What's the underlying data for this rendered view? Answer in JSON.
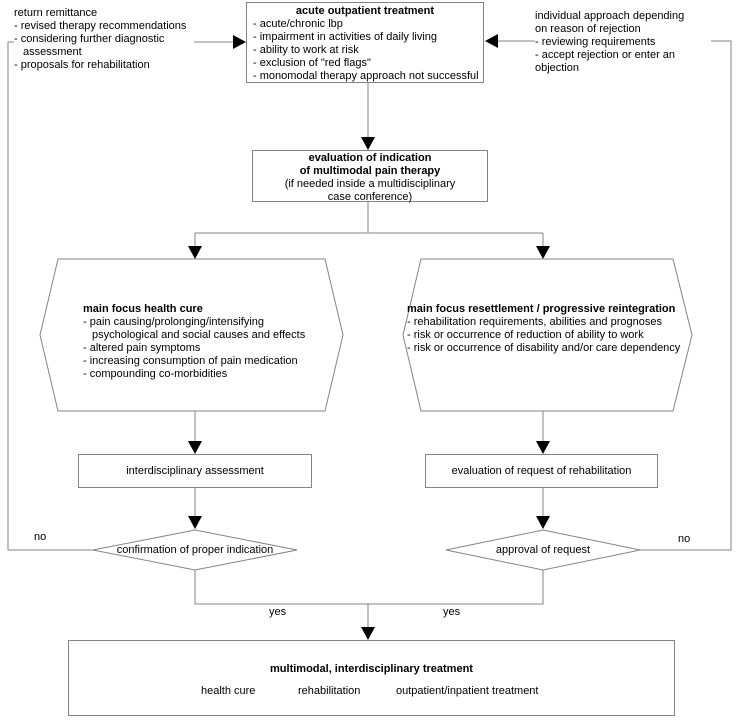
{
  "colors": {
    "line_gray": "#848484",
    "arrow_black": "#000000",
    "text": "#000000",
    "background": "#ffffff"
  },
  "feedback_left": {
    "lines": [
      "return remittance",
      "- revised therapy recommendations",
      "- considering further diagnostic",
      "assessment",
      "- proposals for rehabilitation"
    ]
  },
  "feedback_right": {
    "lines": [
      "individual approach depending",
      "on reason of rejection",
      "- reviewing requirements",
      "- accept rejection or enter an objection"
    ]
  },
  "acute_box": {
    "title": "acute outpatient treatment",
    "items": [
      "- acute/chronic lbp",
      "- impairment in activities of daily living",
      "- ability to work at risk",
      "- exclusion of \"red flags\"",
      "- monomodal therapy approach not successful"
    ]
  },
  "evaluation_box": {
    "line1": "evaluation of indication",
    "line2": "of multimodal pain therapy",
    "line3": "(if needed inside a multidisciplinary",
    "line4": "case conference)"
  },
  "hex_left": {
    "title": "main focus health cure",
    "items": [
      "- pain causing/prolonging/intensifying",
      "psychological and social causes and effects",
      "- altered pain symptoms",
      "- increasing consumption of pain medication",
      "- compounding co-morbidities"
    ]
  },
  "hex_right": {
    "title": "main focus resettlement / progressive reintegration",
    "items": [
      "- rehabilitation requirements, abilities and prognoses",
      "- risk or occurrence of reduction of ability to work",
      "- risk or occurrence of disability and/or care dependency"
    ]
  },
  "rect_left": {
    "label": "interdisciplinary assessment"
  },
  "rect_right": {
    "label": "evaluation of request of rehabilitation"
  },
  "diamond_left": {
    "label": "confirmation of proper indication"
  },
  "diamond_right": {
    "label": "approval of request"
  },
  "branch_labels": {
    "no_left": "no",
    "no_right": "no",
    "yes_left": "yes",
    "yes_right": "yes"
  },
  "bottom_box": {
    "title": "multimodal, interdisciplinary treatment",
    "columns": [
      "health cure",
      "rehabilitation",
      "outpatient/inpatient treatment"
    ]
  }
}
